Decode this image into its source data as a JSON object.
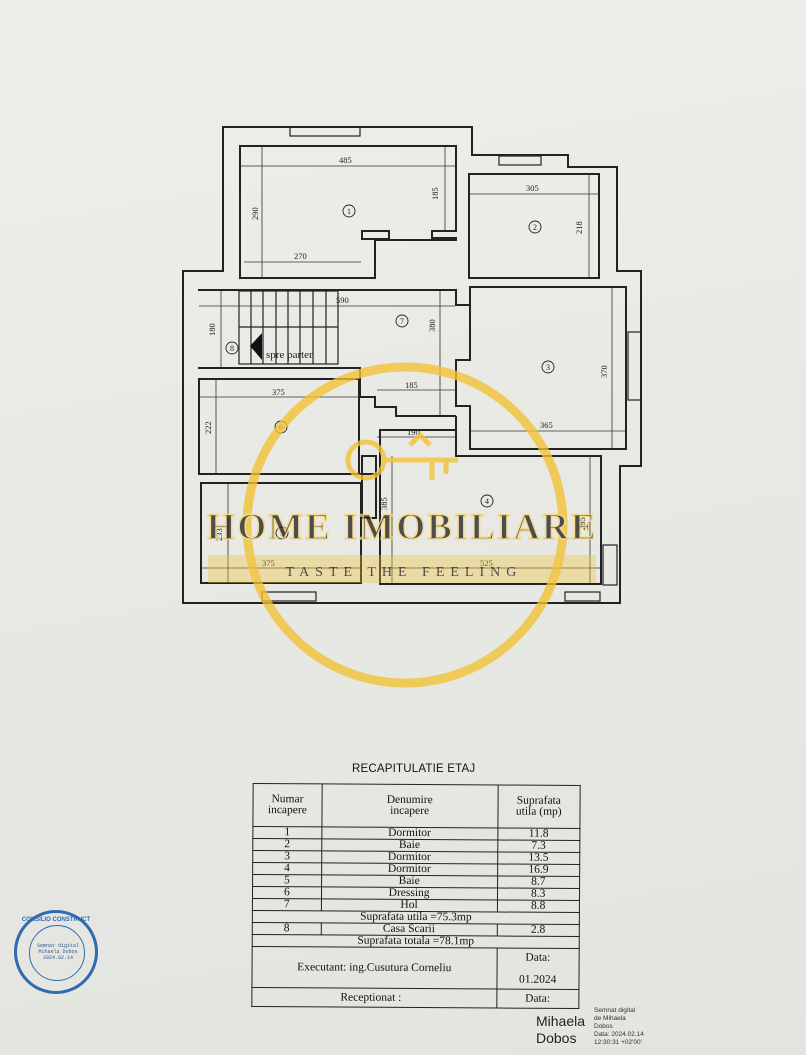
{
  "plan": {
    "room_numbers": [
      "1",
      "2",
      "3",
      "4",
      "5",
      "6",
      "7",
      "8"
    ],
    "dimensions": {
      "r1_top": "485",
      "r1_side": "290",
      "r1_bottom": "270",
      "r1_right": "185",
      "r2_top": "305",
      "r2_side": "218",
      "hall_width": "590",
      "hall_height": "380",
      "stair_height": "180",
      "r3_side": "370",
      "r3_bottom": "365",
      "r6_top": "375",
      "r6_side": "222",
      "hall_small": "185",
      "hall_small2": "190",
      "r4_height": "385",
      "r4_side": "285",
      "r4_bottom": "525",
      "r5_side": "233",
      "r5_bottom": "375"
    },
    "stair_label": "spre parter"
  },
  "watermark": {
    "brand": "HOME IMOBILIARE",
    "tagline": "TASTE THE FEELING",
    "color": "#f2c232"
  },
  "recap": {
    "title": "RECAPITULATIE ETAJ",
    "headers": {
      "number": [
        "Numar",
        "incapere"
      ],
      "name": [
        "Denumire",
        "incapere"
      ],
      "area": [
        "Suprafata",
        "utila (mp)"
      ]
    },
    "rows": [
      {
        "num": "1",
        "name": "Dormitor",
        "area": "11.8"
      },
      {
        "num": "2",
        "name": "Baie",
        "area": "7.3"
      },
      {
        "num": "3",
        "name": "Dormitor",
        "area": "13.5"
      },
      {
        "num": "4",
        "name": "Dormitor",
        "area": "16.9"
      },
      {
        "num": "5",
        "name": "Baie",
        "area": "8.7"
      },
      {
        "num": "6",
        "name": "Dressing",
        "area": "8.3"
      },
      {
        "num": "7",
        "name": "Hol",
        "area": "8.8"
      }
    ],
    "total_useful": "Suprafata utila =75.3mp",
    "stair_row": {
      "num": "8",
      "name": "Casa Scarii",
      "area": "2.8"
    },
    "total": "Suprafata totala =78.1mp",
    "executant_label": "Executant: ing.Cusutura Corneliu",
    "date_label": "Data:",
    "date_value": "01.2024",
    "receptionat_label": "Receptionat :",
    "date_label2": "Data:"
  },
  "stamp": {
    "ring_text": "CONSILIO CONSTRUCT",
    "lines": [
      "Semnat digital",
      "Mihaela Dobos",
      "2024.02.14"
    ]
  },
  "signature": {
    "name_line1": "Mihaela",
    "name_line2": "Dobos",
    "meta": [
      "Semnat digital",
      "de Mihaela",
      "Dobos",
      "Data: 2024.02.14",
      "12:30:31 +02'00'"
    ]
  },
  "colors": {
    "ink": "#222222",
    "stamp_blue": "#2f6bb0",
    "watermark": "#f2c232"
  }
}
